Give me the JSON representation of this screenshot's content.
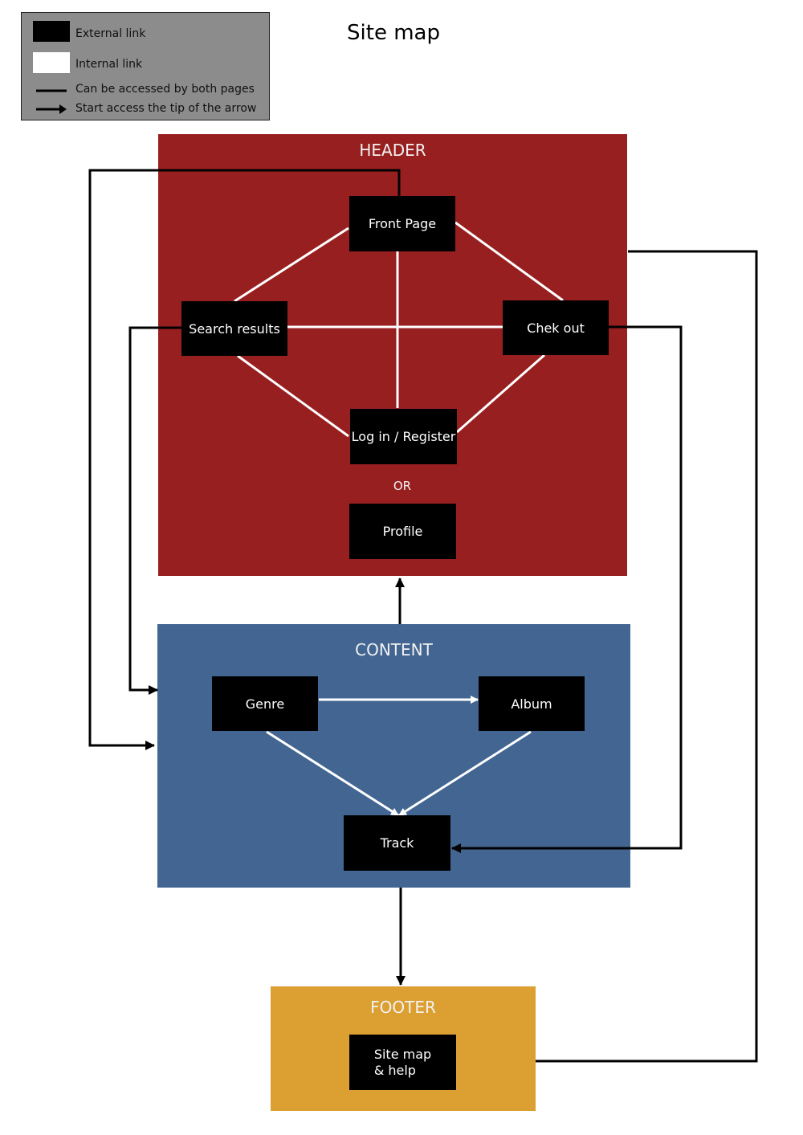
{
  "page": {
    "title": "Site map"
  },
  "legend": {
    "items": [
      {
        "label": "External link",
        "symbol": "black-swatch"
      },
      {
        "label": "Internal link",
        "symbol": "white-swatch"
      },
      {
        "label": "Can be accessed by both pages",
        "symbol": "plain-line"
      },
      {
        "label": "Start access the tip of the arrow",
        "symbol": "arrow-line"
      }
    ]
  },
  "sections": {
    "header": {
      "title": "HEADER",
      "color": "#981f20"
    },
    "content": {
      "title": "CONTENT",
      "color": "#426591"
    },
    "footer": {
      "title": "FOOTER",
      "color": "#dc9f32"
    }
  },
  "nodes": {
    "front_page": "Front Page",
    "search_results": "Search results",
    "check_out": "Chek out",
    "login_register": "Log in / Register",
    "or_label": "OR",
    "profile": "Profile",
    "genre": "Genre",
    "album": "Album",
    "track": "Track",
    "site_map_help": "Site map\n& help"
  },
  "links": {
    "internal": [
      {
        "from": "Front Page",
        "to": "Search results",
        "style": "line"
      },
      {
        "from": "Front Page",
        "to": "Chek out",
        "style": "line"
      },
      {
        "from": "Front Page",
        "to": "Log in / Register",
        "style": "line"
      },
      {
        "from": "Search results",
        "to": "Chek out",
        "style": "line"
      },
      {
        "from": "Search results",
        "to": "Log in / Register",
        "style": "line"
      },
      {
        "from": "Chek out",
        "to": "Log in / Register",
        "style": "line"
      },
      {
        "from": "Genre",
        "to": "Album",
        "style": "arrow"
      },
      {
        "from": "Genre",
        "to": "Track",
        "style": "arrow"
      },
      {
        "from": "Album",
        "to": "Track",
        "style": "arrow"
      }
    ],
    "external": [
      {
        "from": "Front Page",
        "to": "CONTENT",
        "style": "arrow"
      },
      {
        "from": "Search results",
        "to": "CONTENT",
        "style": "arrow"
      },
      {
        "from": "Chek out",
        "to": "Track",
        "style": "arrow"
      },
      {
        "from": "CONTENT",
        "to": "HEADER",
        "style": "arrow"
      },
      {
        "from": "Track",
        "to": "FOOTER",
        "style": "arrow"
      },
      {
        "from": "Site map & help",
        "to": "HEADER",
        "style": "line"
      }
    ]
  },
  "colors": {
    "external_link": "#000000",
    "internal_link": "#ffffff",
    "node_fill": "#000000"
  }
}
